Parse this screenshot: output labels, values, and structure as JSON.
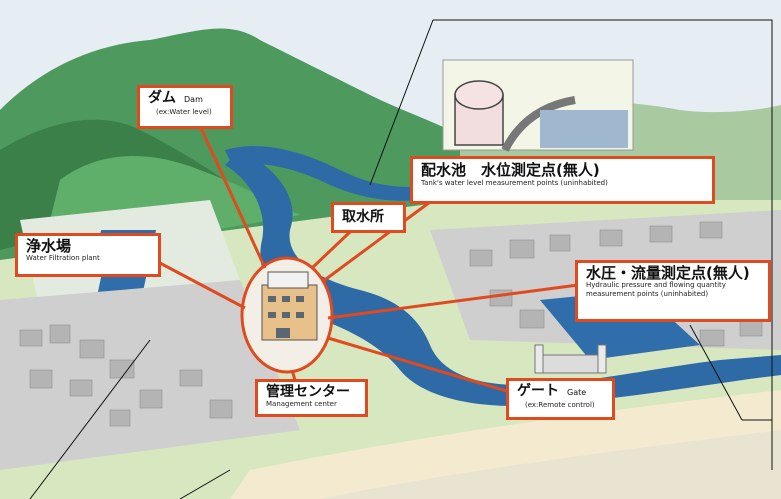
{
  "colors": {
    "accent": "#e04a1f",
    "river": "#1f5f9a",
    "mountain": "#3f8a52",
    "sky": "#dde8f0",
    "city": "#c9c9c9",
    "land": "#cfe3b0"
  },
  "labels": {
    "dam": {
      "jp": "ダム",
      "en": "Dam",
      "sub": "(ex:Water level)"
    },
    "intake": {
      "jp": "取水所"
    },
    "tank": {
      "jp": "配水池　水位測定点(無人)",
      "en": "Tank's water level measurement points (uninhabited)"
    },
    "filtration": {
      "jp": "浄水場",
      "en": "Water Filtration plant"
    },
    "pressure": {
      "jp": "水圧・流量測定点(無人)",
      "en1": "Hydraulic pressure and flowing quantity",
      "en2": "measurement points (uninhabited)"
    },
    "gate": {
      "jp": "ゲート",
      "en": "Gate",
      "sub": "(ex:Remote control)"
    },
    "management": {
      "jp": "管理センター",
      "en": "Management center"
    }
  }
}
